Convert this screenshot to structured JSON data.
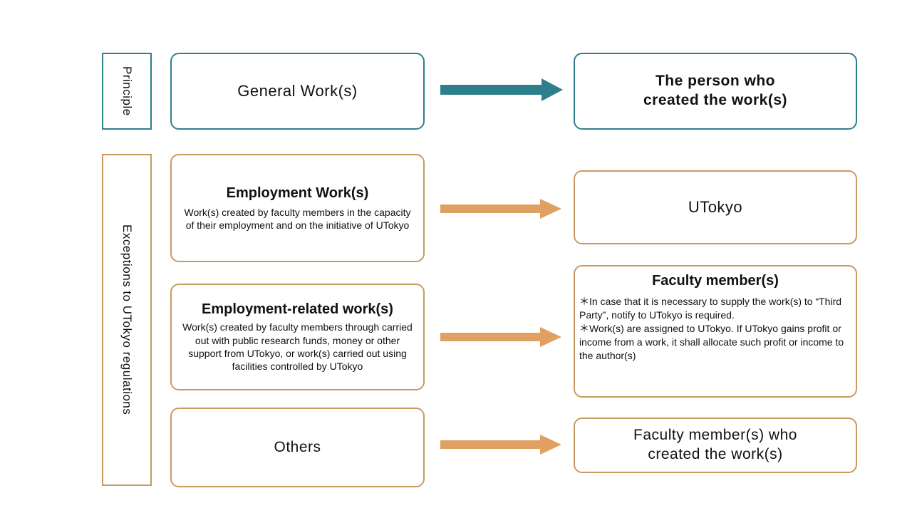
{
  "colors": {
    "teal": "#2e7f8c",
    "teal_arrow": "#2e7f8c",
    "orange_border": "#c89a62",
    "orange_arrow": "#e0a061",
    "text": "#111111",
    "background": "#ffffff"
  },
  "side_labels": {
    "principle": "Principle",
    "exceptions": "Exceptions to UTokyo regulations"
  },
  "rows": [
    {
      "id": "general-works",
      "category": "principle",
      "left_title": "General Work(s)",
      "left_desc": "",
      "arrow_color": "#2e7f8c",
      "right_title_lines": [
        "The person who",
        "created the work(s)"
      ],
      "right_notes": []
    },
    {
      "id": "employment-works",
      "category": "exception",
      "left_title": "Employment Work(s)",
      "left_desc": "Work(s) created by faculty members in the capacity of their employment and on the initiative of UTokyo",
      "arrow_color": "#e0a061",
      "right_title_lines": [
        "UTokyo"
      ],
      "right_notes": []
    },
    {
      "id": "employment-related-works",
      "category": "exception",
      "left_title": "Employment-related work(s)",
      "left_desc": "Work(s) created by faculty members through carried out with public research funds, money or other support from UTokyo, or work(s) carried out using facilities controlled by UTokyo",
      "arrow_color": "#e0a061",
      "right_title_lines": [
        "Faculty member(s)"
      ],
      "right_notes": [
        "＊In case that it is necessary to supply the work(s) to “Third Party”, notify to UTokyo is required.",
        "＊Work(s) are assigned to UTokyo. If UTokyo gains profit or income from a work, it shall allocate such profit or income to the author(s)"
      ]
    },
    {
      "id": "others",
      "category": "exception",
      "left_title": "Others",
      "left_desc": "",
      "arrow_color": "#e0a061",
      "right_title_lines": [
        "Faculty member(s) who",
        "created the work(s)"
      ],
      "right_notes": []
    }
  ]
}
